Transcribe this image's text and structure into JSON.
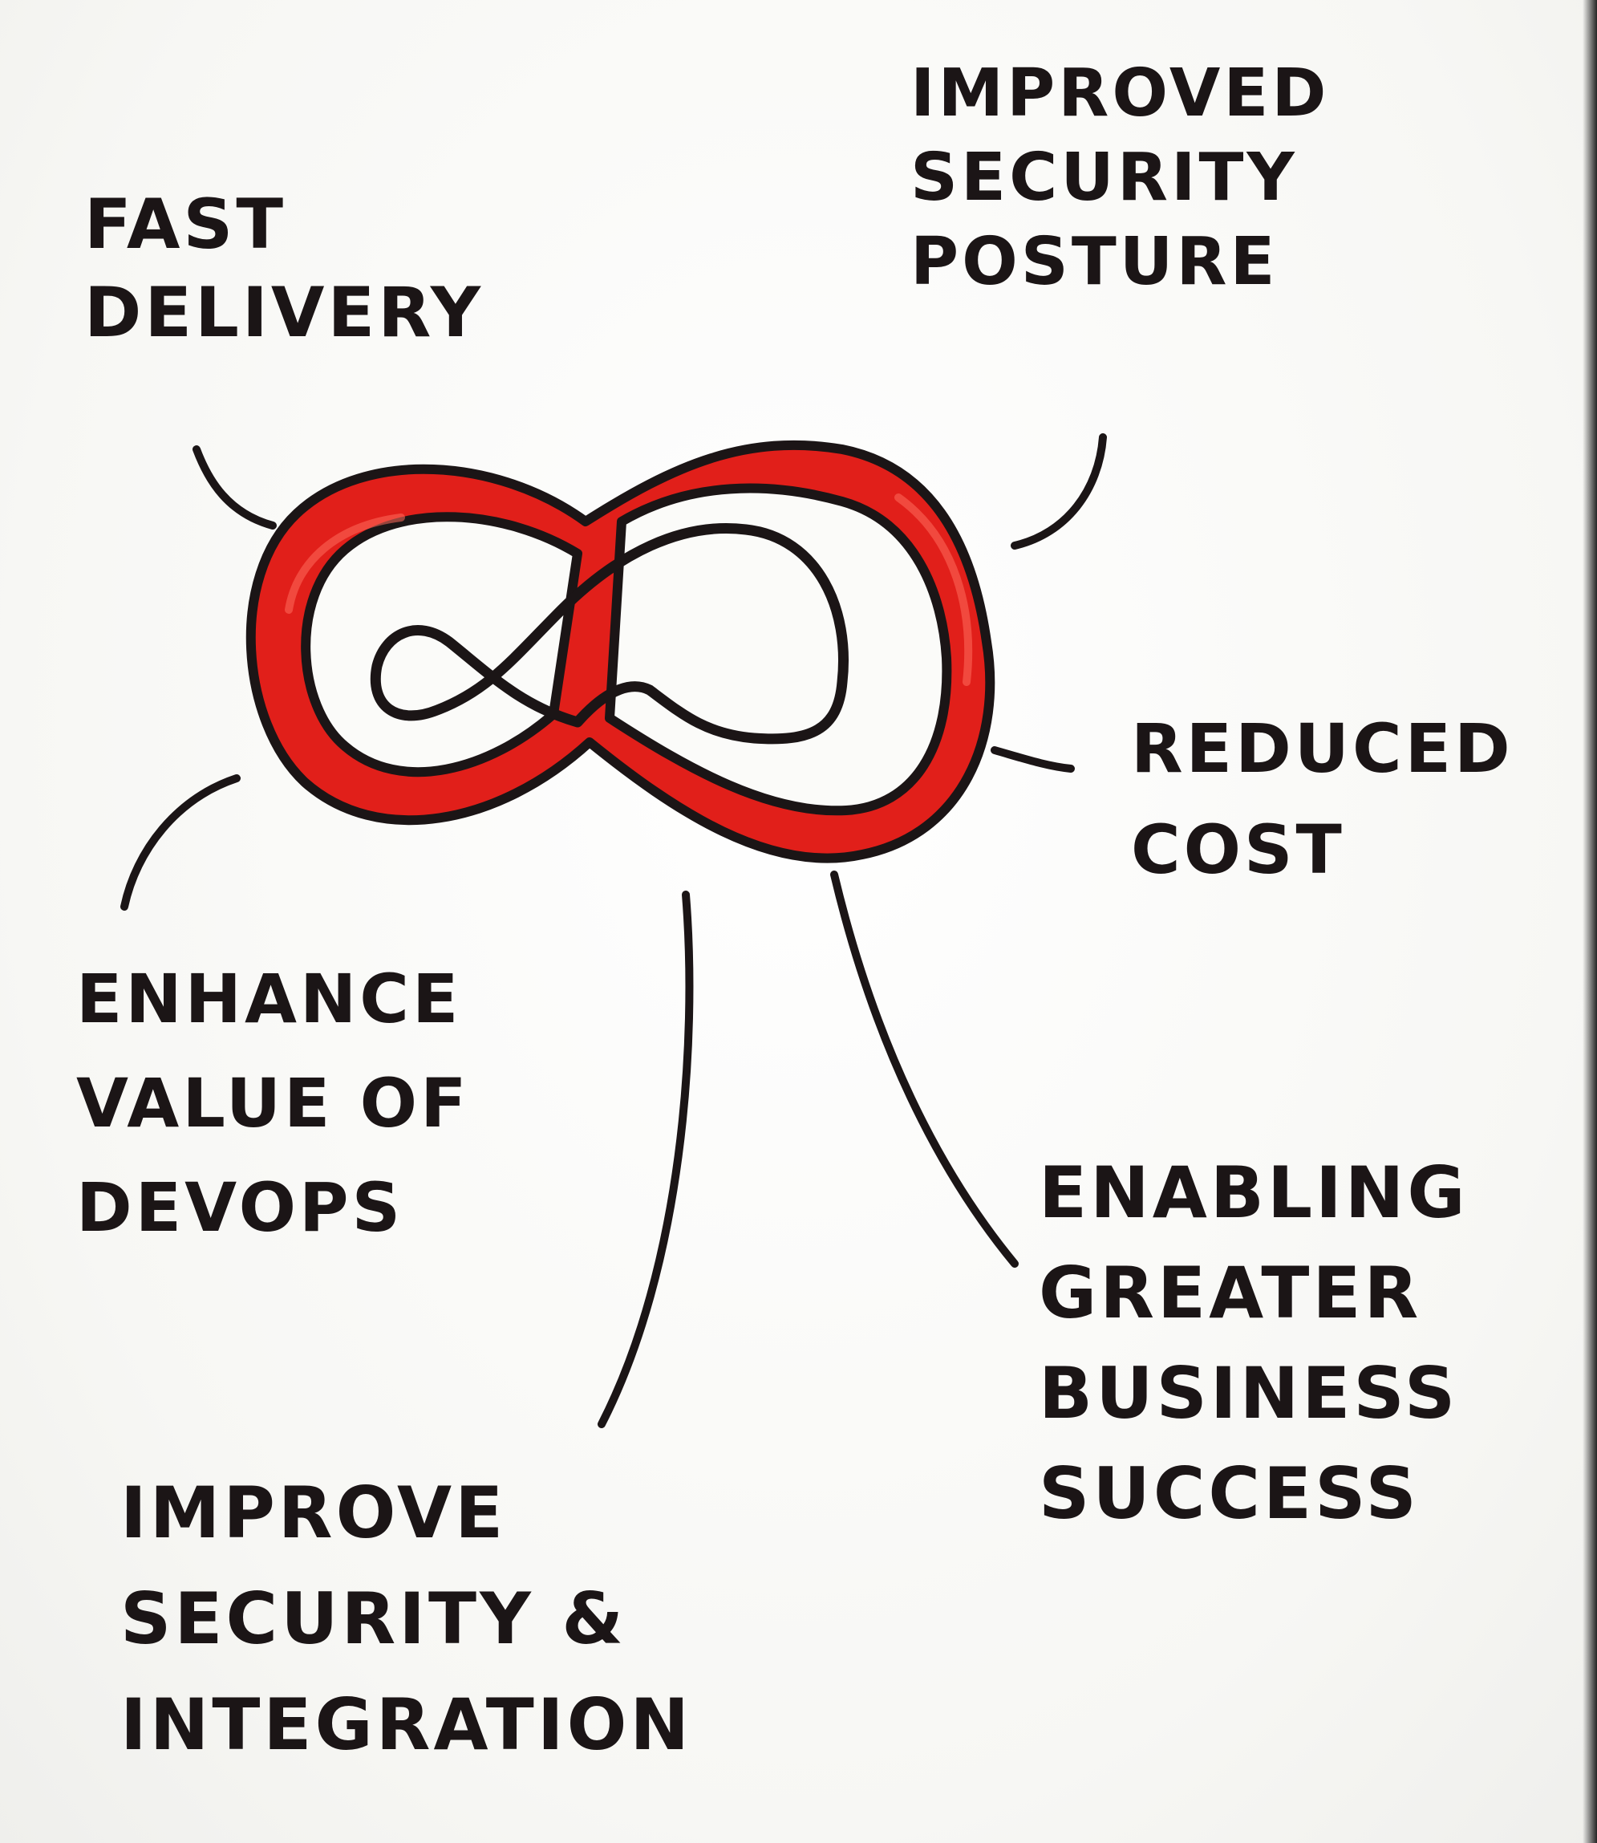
{
  "center": {
    "symbol": "infinity-loop",
    "ring_color": "#e11f1a",
    "outline_color": "#1b1516"
  },
  "labels": {
    "fast_delivery": [
      "FAST",
      "DELIVERY"
    ],
    "security_posture": [
      "IMPROVED",
      "SECURITY",
      "POSTURE"
    ],
    "reduced_cost": [
      "REDUCED",
      "COST"
    ],
    "enhance_devops": [
      "ENHANCE",
      "VALUE OF",
      "DEVOPS"
    ],
    "business_success": [
      "ENABLING",
      "GREATER",
      "BUSINESS",
      "SUCCESS"
    ],
    "security_integration": [
      "IMPROVE",
      "SECURITY &",
      "INTEGRATION"
    ]
  }
}
